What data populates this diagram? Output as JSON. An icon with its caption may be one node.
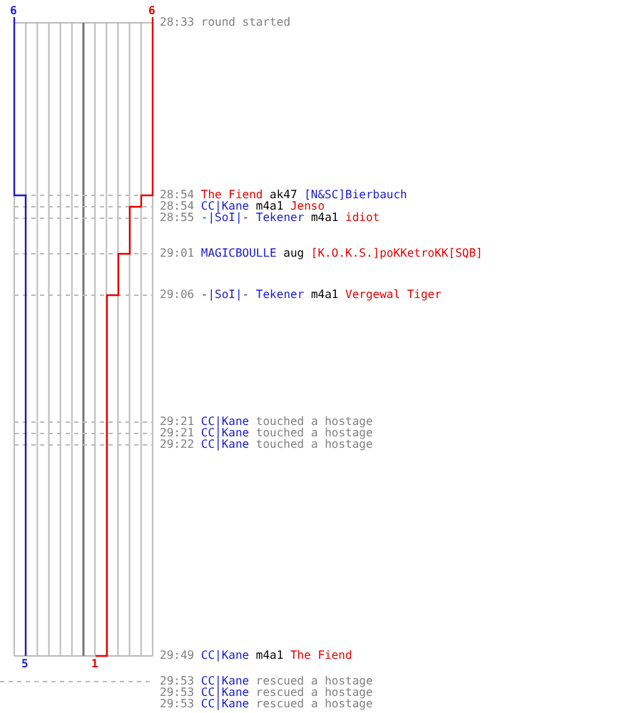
{
  "diagram": {
    "labels": [
      "6",
      "6",
      "28:33",
      "round started",
      "28:54",
      "The Fiend",
      "ak47",
      "[N&SC]Bierbauch",
      "28:54",
      "CC|Kane",
      "m4a1",
      "Jenso",
      "28:55",
      "-|SoI|- Tekener",
      "m4a1",
      "idiot",
      "29:01",
      "MAGICBOULLE",
      "aug",
      "[K.O.K.S.]poKKetroKK[SQB]",
      "29:06",
      "-|SoI|- Tekener",
      "m4a1",
      "Vergewal Tiger",
      "29:21",
      "CC|Kane",
      "touched a hostage",
      "29:21",
      "CC|Kane",
      "touched a hostage",
      "29:22",
      "CC|Kane",
      "touched a hostage",
      "5",
      "1",
      "29:49",
      "CC|Kane",
      "m4a1",
      "The Fiend",
      "29:53",
      "CC|Kane",
      "rescued a hostage",
      "29:53",
      "CC|Kane",
      "rescued a hostage",
      "29:53",
      "CC|Kane",
      "rescued a hostage"
    ]
  }
}
